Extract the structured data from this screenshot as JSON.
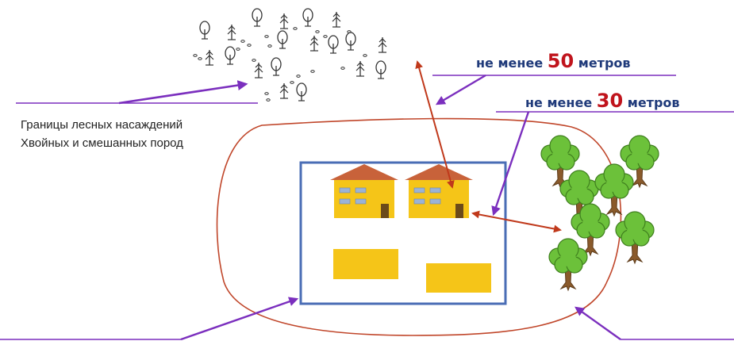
{
  "forest_caption": {
    "line1": "Границы лесных насаждений",
    "line2": "Хвойных и смешанных пород"
  },
  "label_50": {
    "prefix": "не менее",
    "number": "50",
    "suffix": "метров"
  },
  "label_30": {
    "prefix": "не менее",
    "number": "30",
    "suffix": "метров"
  },
  "colors": {
    "pointer_arrow": "#7b2fbe",
    "distance_arrow": "#c0391b",
    "boundary_oval": "#c0462a",
    "site_frame": "#4a6db5",
    "building": "#f5c518",
    "roof": "#c8623a",
    "tree_crown": "#6cc13a",
    "tree_trunk": "#8a5a2b"
  },
  "icons": [
    "coniferous-tree-outline-icon",
    "deciduous-tree-outline-icon",
    "deciduous-tree-icon",
    "house-icon"
  ]
}
